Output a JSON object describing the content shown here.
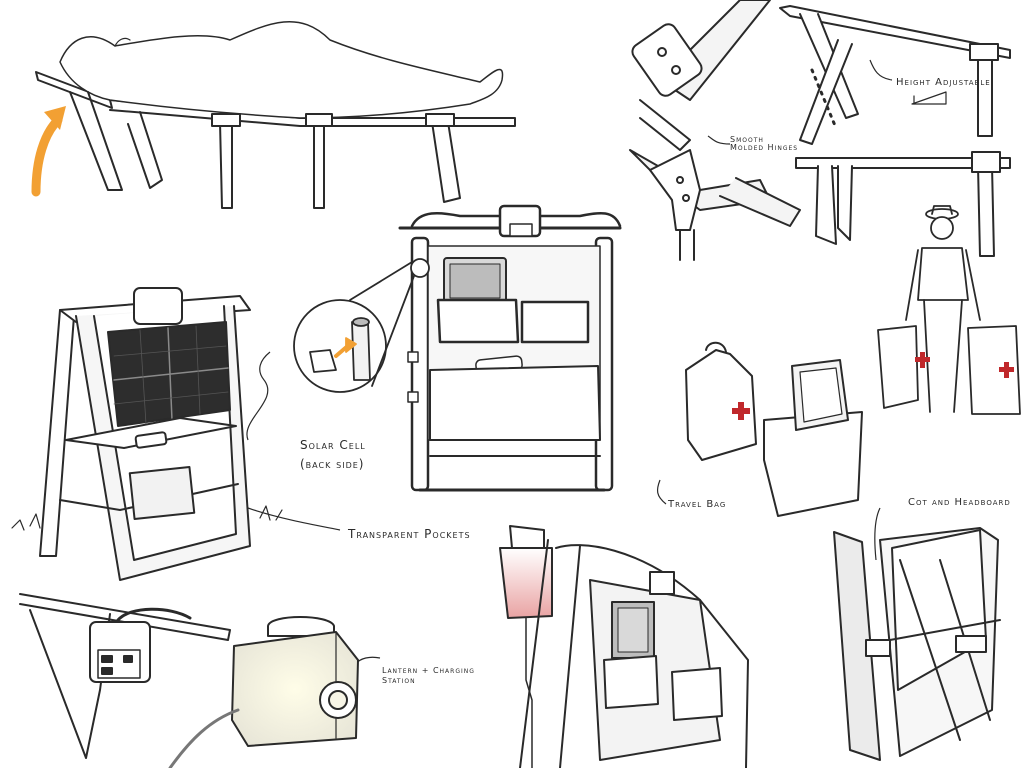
{
  "labels": {
    "height_adjustable": "Height Adjustable",
    "smooth_molded_hinges_line1": "Smooth",
    "smooth_molded_hinges_line2": "Molded Hinges",
    "solar_cell_line1": "Solar Cell",
    "solar_cell_line2": "(back side)",
    "transparent_pockets": "Transparent Pockets",
    "travel_bag": "Travel Bag",
    "cot_and_headboard": "Cot and Headboard",
    "lantern_line1": "Lantern + Charging",
    "lantern_line2": "Station"
  },
  "colors": {
    "ink": "#2a2a2a",
    "arrow_orange": "#f2a033",
    "red_cross": "#c0282b",
    "solar_panel": "#2d2d2d",
    "iv_bag_fluid": "#e9a3a3"
  },
  "icons": {
    "rotate_arrow": "orange-curved-arrow",
    "red_cross": "red-cross-icon"
  }
}
